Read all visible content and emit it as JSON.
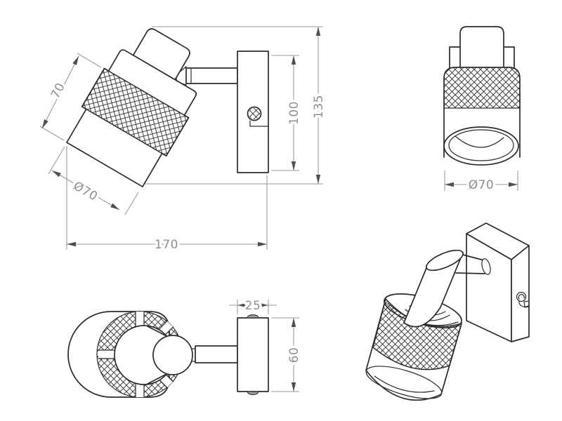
{
  "drawing": {
    "type": "technical-dimension-drawing",
    "subject": "adjustable wall spotlight with knurled shade, four views",
    "background": "#ffffff",
    "outline_color": "#2b2b2b",
    "dimension_line_color": "#9b9b9b",
    "dimension_text_color": "#8f8f8f",
    "views": {
      "front": {
        "dims": {
          "shade_length": "70",
          "shade_diameter": "Ø70",
          "overall_width": "170",
          "backplate_height": "100",
          "overall_height": "135"
        }
      },
      "head": {
        "dims": {
          "shade_diameter": "Ø70"
        }
      },
      "top": {
        "dims": {
          "backplate_width": "25",
          "backplate_depth": "60"
        }
      }
    }
  }
}
